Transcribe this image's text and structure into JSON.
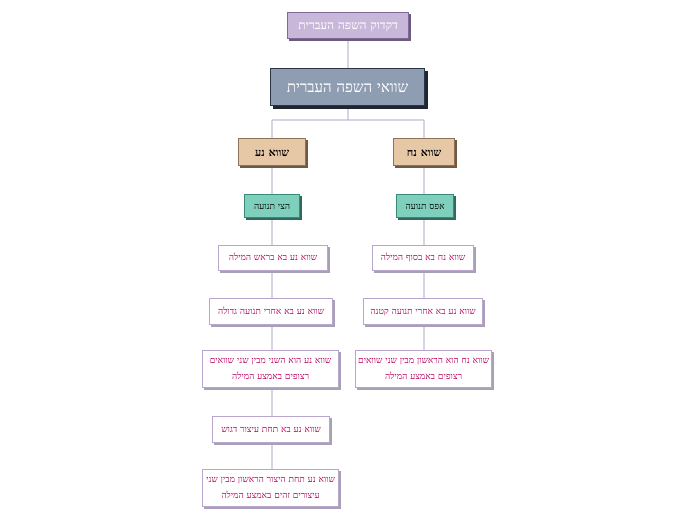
{
  "diagram": {
    "root": "דקדוק השפה העברית",
    "main": "שוואי השפה העברית",
    "branches": {
      "left": {
        "label": "שווא נע",
        "category": "הצי תנועה",
        "items": [
          "שווא נע בא בראש המילה",
          "שווא נע בא אחרי תנועה גדולה",
          "שווא נע הוא השני מבין שני שוואים רצופים באמצע המילה",
          "שווא נע בא תחת עיצור דגוש",
          "שווא נע תחת היצור הראשון מבין שני עיצורים זהים באמצע המילה"
        ]
      },
      "right": {
        "label": "שווא נח",
        "category": "אפס תנועה",
        "items": [
          "שווא נח בא בסוף המילה",
          "שווא נע בא אחרי תנועה קטנה",
          "שווא נח הוא הראשון מבין שני שוואים רצופים באמצע המילה"
        ]
      }
    },
    "colors": {
      "root_fill": "#c9b7da",
      "main_fill": "#8e9db2",
      "branch_fill": "#e7c8a6",
      "category_fill": "#7fcfbd",
      "leaf_text": "#b8005c",
      "leaf_border": "#b9a6cf",
      "connector": "#b3a8c8"
    }
  }
}
